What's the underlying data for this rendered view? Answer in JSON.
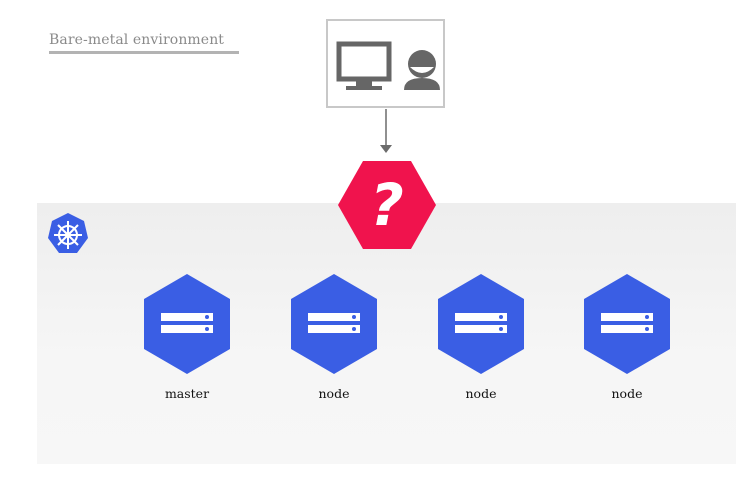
{
  "environment": {
    "title": "Bare-metal environment"
  },
  "client": {
    "icons": [
      "monitor-icon",
      "user-icon"
    ]
  },
  "unknown": {
    "symbol": "?",
    "color": "#f0134d"
  },
  "cluster": {
    "logo": "kubernetes-icon",
    "accent": "#3a5ee4",
    "nodes": [
      {
        "label": "master"
      },
      {
        "label": "node"
      },
      {
        "label": "node"
      },
      {
        "label": "node"
      }
    ]
  }
}
